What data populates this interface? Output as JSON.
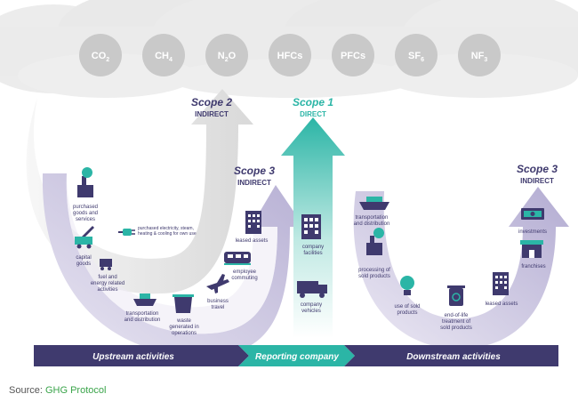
{
  "gases": [
    {
      "main": "CO",
      "sub": "2"
    },
    {
      "main": "CH",
      "sub": "4"
    },
    {
      "main": "N",
      "sub": "2",
      "tail": "O"
    },
    {
      "main": "HFCs",
      "sub": ""
    },
    {
      "main": "PFCs",
      "sub": ""
    },
    {
      "main": "SF",
      "sub": "6"
    },
    {
      "main": "NF",
      "sub": "3"
    }
  ],
  "scopes": {
    "scope2": {
      "title": "Scope 2",
      "subtitle": "INDIRECT"
    },
    "scope1": {
      "title": "Scope 1",
      "subtitle": "DIRECT"
    },
    "scope3_up": {
      "title": "Scope 3",
      "subtitle": "INDIRECT"
    },
    "scope3_down": {
      "title": "Scope 3",
      "subtitle": "INDIRECT"
    }
  },
  "upstream_items": {
    "purchased_goods": [
      "purchased",
      "goods and",
      "services"
    ],
    "capital_goods": [
      "capital",
      "goods"
    ],
    "fuel_energy": [
      "fuel and",
      "energy related",
      "activities"
    ],
    "transport": [
      "transportation",
      "and distribution"
    ],
    "waste": [
      "waste",
      "generated in",
      "operations"
    ],
    "business_travel": [
      "business",
      "travel"
    ],
    "employee_commuting": [
      "employee",
      "commuting"
    ],
    "leased_assets": [
      "leased assets"
    ],
    "electricity": [
      "purchased electricity, steam,",
      "heating & cooling for own use"
    ]
  },
  "company_items": {
    "facilities": [
      "company",
      "facilities"
    ],
    "vehicles": [
      "company",
      "vehicles"
    ]
  },
  "downstream_items": {
    "transport": [
      "transportation",
      "and distribution"
    ],
    "processing": [
      "processing of",
      "sold products"
    ],
    "use": [
      "use of sold",
      "products"
    ],
    "end_of_life": [
      "end-of-life",
      "treatment of",
      "sold products"
    ],
    "leased_assets": [
      "leased assets"
    ],
    "franchises": [
      "franchises"
    ],
    "investments": [
      "investments"
    ]
  },
  "bottom_bar": {
    "upstream": "Upstream activities",
    "reporting": "Reporting company",
    "downstream": "Downstream activities"
  },
  "source": {
    "prefix": "Source: ",
    "link": "GHG Protocol"
  },
  "colors": {
    "purple": "#3f3a6e",
    "lavender": "#ddd9ec",
    "teal": "#2bb5a6",
    "gray_arrow": "#e1e1e1",
    "cloud": "#e6e6e6",
    "gas_text": "#ffffff",
    "icon": "#3f3a6e",
    "source_link": "#3aa44a"
  }
}
